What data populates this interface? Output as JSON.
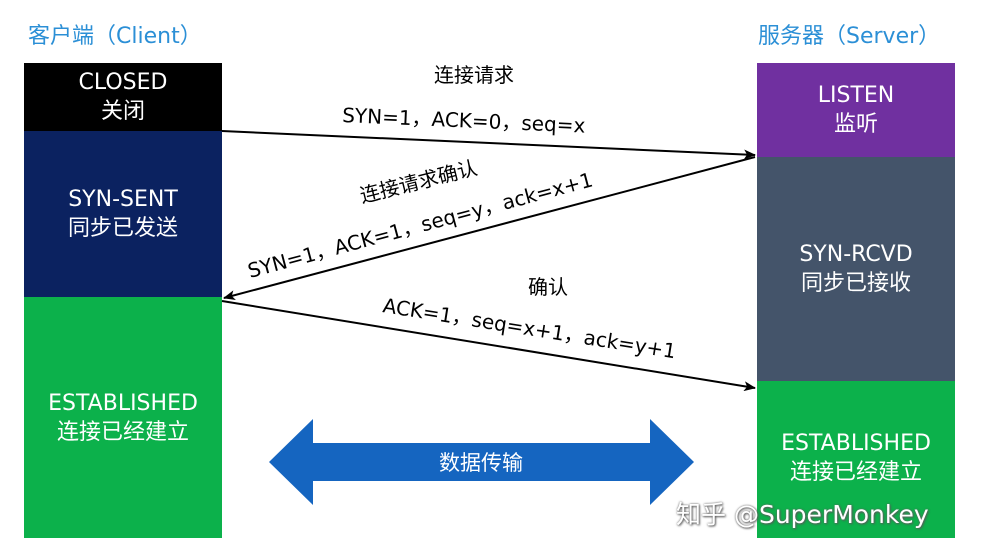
{
  "client": {
    "header": "客户端（Client）"
  },
  "server": {
    "header": "服务器（Server）"
  },
  "client_states": [
    {
      "name": "CLOSED",
      "zh": "关闭",
      "color": "#000000"
    },
    {
      "name": "SYN-SENT",
      "zh": "同步已发送",
      "color": "#0b2260"
    },
    {
      "name": "ESTABLISHED",
      "zh": "连接已经建立",
      "color": "#0cb14b"
    }
  ],
  "server_states": [
    {
      "name": "LISTEN",
      "zh": "监听",
      "color": "#7030a0"
    },
    {
      "name": "SYN-RCVD",
      "zh": "同步已接收",
      "color": "#44546a"
    },
    {
      "name": "ESTABLISHED",
      "zh": "连接已经建立",
      "color": "#0cb14b"
    }
  ],
  "messages": [
    {
      "title": "连接请求",
      "detail": "SYN=1，ACK=0，seq=x"
    },
    {
      "title": "连接请求确认",
      "detail": "SYN=1，ACK=1，seq=y，ack=x+1"
    },
    {
      "title": "确认",
      "detail": "ACK=1，seq=x+1，ack=y+1"
    }
  ],
  "data_transfer": {
    "label": "数据传输",
    "color": "#1565c0"
  },
  "watermark": "知乎 @SuperMonkey"
}
